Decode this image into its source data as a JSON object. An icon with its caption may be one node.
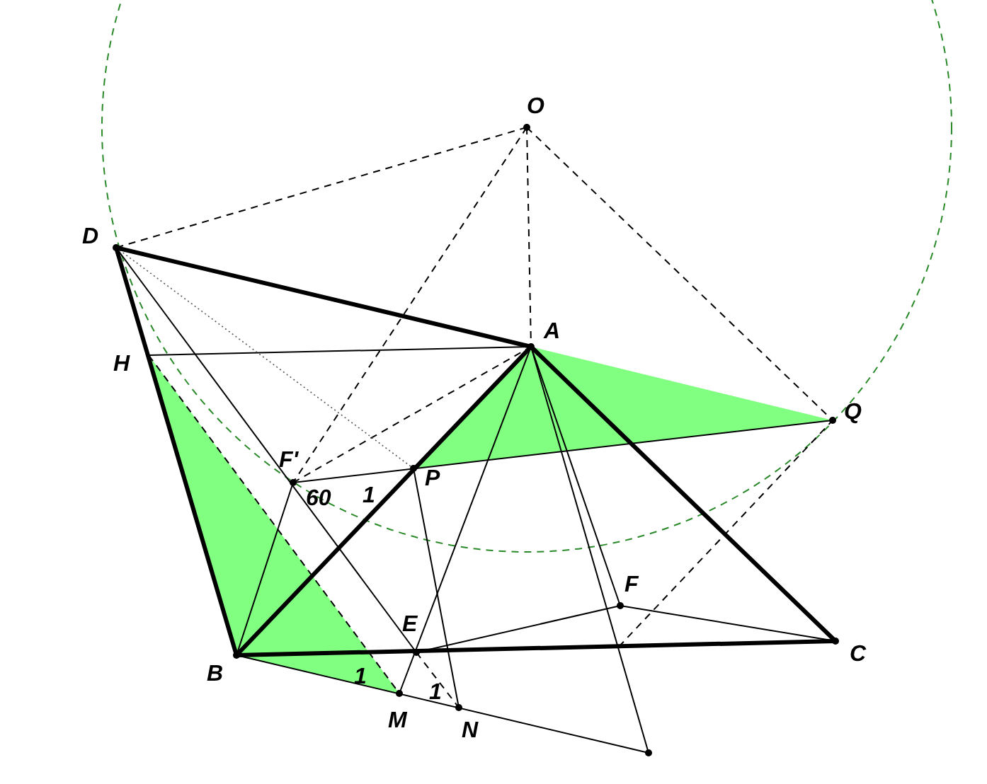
{
  "diagram": {
    "labels": [
      "O",
      "D",
      "A",
      "H",
      "Q",
      "F'",
      "P",
      "60",
      "1",
      "F",
      "E",
      "C",
      "B",
      "1",
      "1",
      "M",
      "N"
    ]
  }
}
